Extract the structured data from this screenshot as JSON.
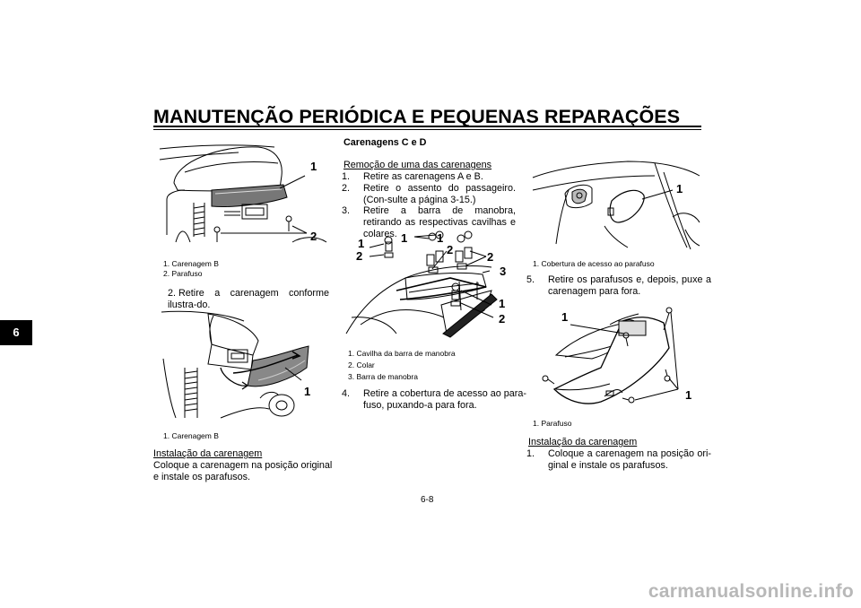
{
  "header": {
    "title": "MANUTENÇÃO PERIÓDICA E PEQUENAS REPARAÇÕES",
    "chapter_tab": "6"
  },
  "column1": {
    "fig1": {
      "callouts": [
        "1",
        "2"
      ],
      "caption": [
        "1. Carenagem B",
        "2. Parafuso"
      ]
    },
    "step2": {
      "num": "2.",
      "text": "Retire a carenagem conforme ilustra-do."
    },
    "fig2": {
      "callouts": [
        "1"
      ],
      "caption": [
        "1. Carenagem B"
      ]
    },
    "install_heading": "Instalação da carenagem",
    "install_text": "Coloque a carenagem na posição original e instale os parafusos."
  },
  "column2": {
    "heading": "Carenagens C e D",
    "subheading": "Remoção de uma das carenagens",
    "steps": [
      {
        "num": "1.",
        "text": "Retire as carenagens A e B."
      },
      {
        "num": "2.",
        "text": "Retire o assento do passageiro. (Con-sulte a página 3-15.)"
      },
      {
        "num": "3.",
        "text": "Retire a barra de manobra, retirando as respectivas cavilhas e colares."
      }
    ],
    "fig3": {
      "callouts": [
        "1",
        "2",
        "1",
        "1",
        "2",
        "2",
        "3",
        "1",
        "2"
      ],
      "caption": [
        "1. Cavilha da barra de manobra",
        "2. Colar",
        "3. Barra de manobra"
      ]
    },
    "step4": {
      "num": "4.",
      "text": "Retire a cobertura de acesso ao para-fuso, puxando-a para fora."
    }
  },
  "column3": {
    "fig4": {
      "callouts": [
        "1"
      ],
      "caption": [
        "1. Cobertura de acesso ao parafuso"
      ]
    },
    "step5": {
      "num": "5.",
      "text": "Retire os parafusos e, depois, puxe a carenagem para fora."
    },
    "fig5": {
      "callouts": [
        "1",
        "1"
      ],
      "caption": [
        "1. Parafuso"
      ]
    },
    "install_heading": "Instalação da carenagem",
    "install_step": {
      "num": "1.",
      "text": "Coloque a carenagem na posição ori-ginal e instale os parafusos."
    }
  },
  "footer": {
    "page_number": "6-8",
    "watermark": "carmanualsonline.info"
  }
}
